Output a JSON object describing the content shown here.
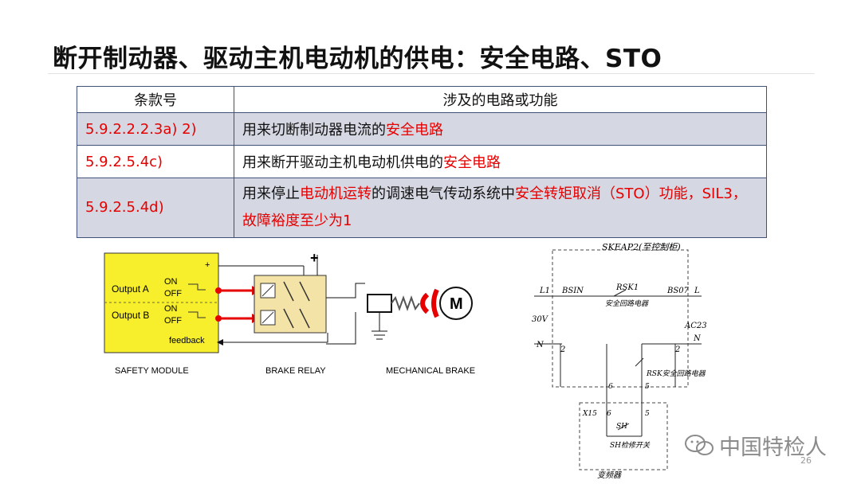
{
  "title": "断开制动器、驱动主机电动机的供电：安全电路、STO",
  "table": {
    "headers": [
      "条款号",
      "涉及的电路或功能"
    ],
    "rows": [
      {
        "clause": "5.9.2.2.2.3a) 2)",
        "desc_plain": "用来切断制动器电流的",
        "desc_red": "安全电路"
      },
      {
        "clause": "5.9.2.5.4c)",
        "desc_plain": "用来断开驱动主机电动机供电的",
        "desc_red": "安全电路"
      },
      {
        "clause": "5.9.2.5.4d)",
        "desc_p1": "用来停止",
        "desc_r1": "电动机运转",
        "desc_p2": "的调速电气传动系统中",
        "desc_r2": "安全转矩取消（STO）功能，SIL3，故障裕度至少为1"
      }
    ]
  },
  "diagram_left": {
    "plus_module": "+",
    "plus_relay": "+",
    "output_a": "Output A",
    "output_b": "Output B",
    "on": "ON",
    "off": "OFF",
    "feedback": "feedback",
    "motor": "M",
    "label_safety": "SAFETY MODULE",
    "label_relay": "BRAKE RELAY",
    "label_brake": "MECHANICAL BRAKE"
  },
  "diagram_right": {
    "top_label": "SKEAP2(至控制柜)",
    "l1": "L1",
    "bsin": "BSIN",
    "rsk1": "RSK1",
    "bsout": "BS07",
    "l": "L",
    "safety_label": "安全回路电器",
    "v30": "30V",
    "ac": "AC23",
    "n_left": "N",
    "n_right": "N",
    "two_left": "2",
    "two_right": "2",
    "rsk_right": "RSK安全回路电器",
    "six": "6",
    "five": "5",
    "x15": "X15",
    "six_b": "6",
    "five_b": "5",
    "sh": "SH",
    "sh_label": "SH检修开关",
    "bottom": "变频器"
  },
  "watermark": "中国特检人",
  "page_number": "26"
}
